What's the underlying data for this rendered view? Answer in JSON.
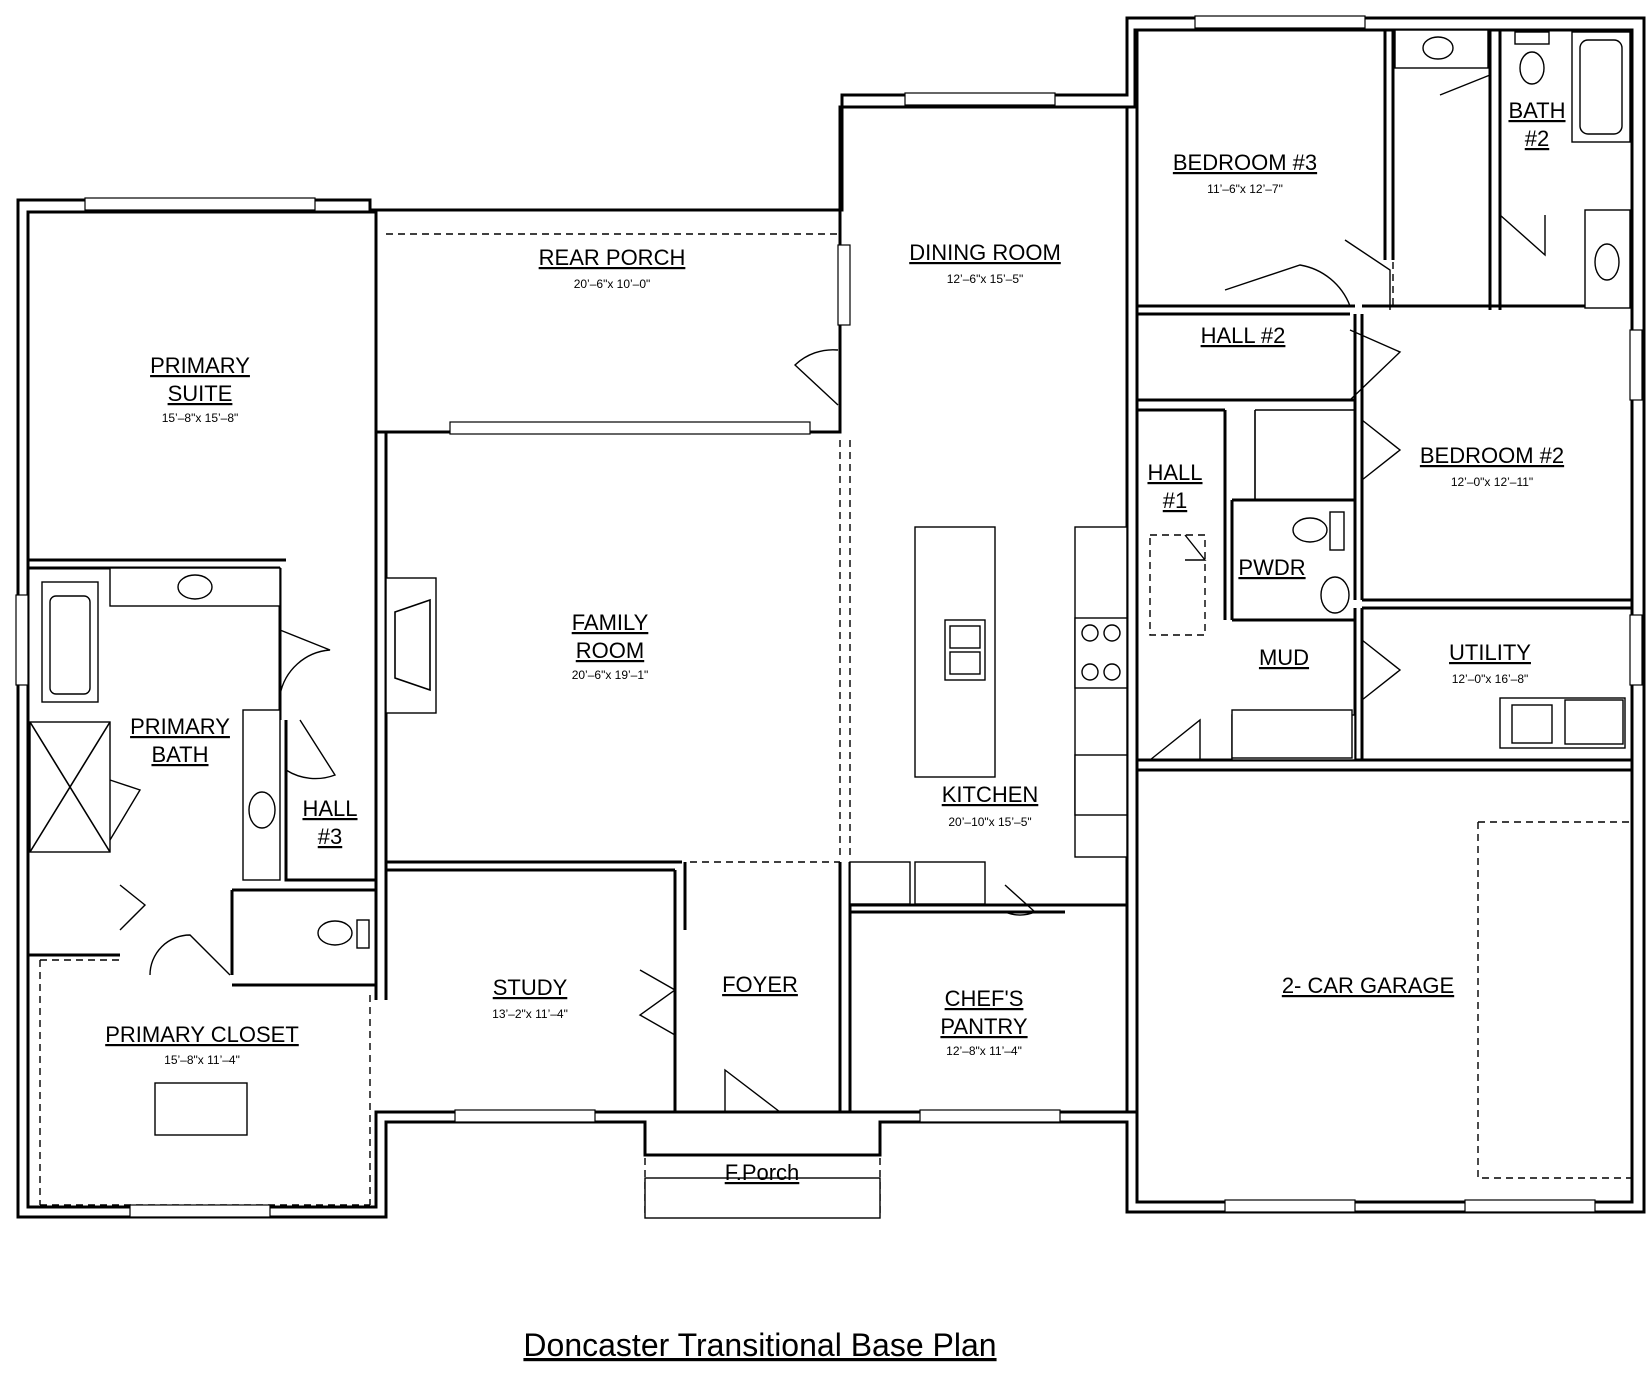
{
  "title": "Doncaster Transitional Base Plan",
  "rooms": {
    "primary_suite": {
      "line1": "PRIMARY",
      "line2": "SUITE",
      "dims": "15’–8\"x 15’–8\""
    },
    "rear_porch": {
      "name": "REAR PORCH",
      "dims": "20’–6\"x 10’–0\""
    },
    "dining_room": {
      "name": "DINING ROOM",
      "dims": "12’–6\"x 15’–5\""
    },
    "bedroom_3": {
      "name": "BEDROOM #3",
      "dims": "11’–6\"x 12’–7\""
    },
    "bath_2": {
      "line1": "BATH",
      "line2": "#2"
    },
    "hall_2": {
      "name": "HALL #2"
    },
    "hall_1": {
      "line1": "HALL",
      "line2": "#1"
    },
    "bedroom_2": {
      "name": "BEDROOM #2",
      "dims": "12’–0\"x 12’–11\""
    },
    "pwdr": {
      "name": "PWDR"
    },
    "family_room": {
      "line1": "FAMILY",
      "line2": "ROOM",
      "dims": "20’–6\"x 19’–1\""
    },
    "primary_bath": {
      "line1": "PRIMARY",
      "line2": "BATH"
    },
    "hall_3": {
      "line1": "HALL",
      "line2": "#3"
    },
    "kitchen": {
      "name": "KITCHEN",
      "dims": "20’–10\"x 15’–5\""
    },
    "mud": {
      "name": "MUD"
    },
    "utility": {
      "name": "UTILITY",
      "dims": "12’–0\"x 16’–8\""
    },
    "study": {
      "name": "STUDY",
      "dims": "13’–2\"x 11’–4\""
    },
    "foyer": {
      "name": "FOYER"
    },
    "chefs_pantry": {
      "line1": "CHEF'S",
      "line2": "PANTRY",
      "dims": "12’–8\"x 11’–4\""
    },
    "garage": {
      "name": "2- CAR GARAGE"
    },
    "primary_closet": {
      "name": "PRIMARY CLOSET",
      "dims": "15’–8\"x 11’–4\""
    },
    "front_porch": {
      "name": "F.Porch"
    }
  }
}
